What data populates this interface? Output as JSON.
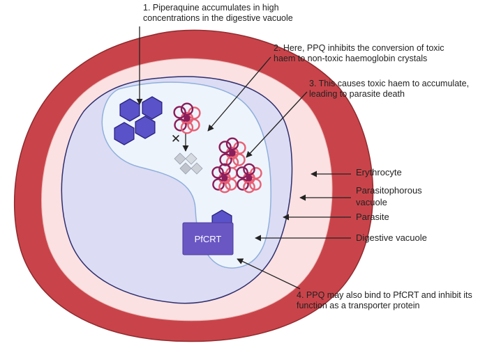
{
  "steps": {
    "s1": {
      "line1": "1. Piperaquine accumulates in high",
      "line2": "concentrations in the digestive vacuole"
    },
    "s2": {
      "line1": "2. Here, PPQ inhibits the conversion of toxic",
      "line2": "haem to non-toxic haemoglobin crystals"
    },
    "s3": {
      "line1": "3. This causes toxic haem to accumulate,",
      "line2": "leading to parasite death"
    },
    "s4": {
      "line1": "4. PPQ may also bind to PfCRT and inhibit its",
      "line2": "function as a transporter protein"
    }
  },
  "labels": {
    "erythrocyte": "Erythrocyte",
    "pv_line1": "Parasitophorous",
    "pv_line2": "vacuole",
    "parasite": "Parasite",
    "digestive_vacuole": "Digestive vacuole"
  },
  "pfcrt": "PfCRT",
  "inhibition_mark": "✕",
  "colors": {
    "erythrocyte_fill": "#c9444a",
    "erythrocyte_stroke": "#8e2a2e",
    "pv_fill": "#fbe1e1",
    "parasite_fill": "#dcdcf4",
    "parasite_stroke": "#2e2e6e",
    "digestive_vacuole_fill": "#eef4fc",
    "digestive_vacuole_stroke": "#8fb0dc",
    "ppq": "#5a52c9",
    "ppq_stroke": "#2a2280",
    "pfcrt_fill": "#6a57c4",
    "haem_light": "#e85f74",
    "haem_dark": "#8a1d5a",
    "crystal": "#c8ccd4"
  }
}
